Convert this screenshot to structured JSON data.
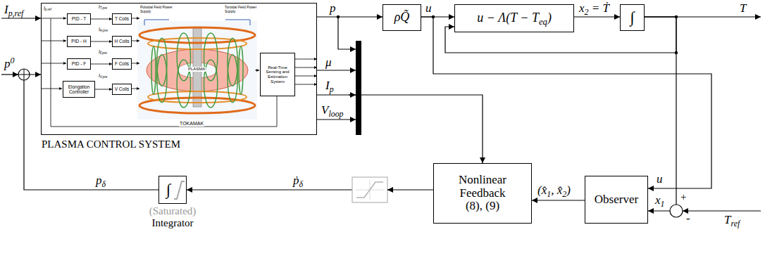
{
  "diagram": {
    "nodes": [
      {
        "text": [
          "PLASMA CONTROL SYSTEM"
        ]
      },
      {
        "text": [
          "PID - T"
        ],
        "in": 0
      },
      {
        "text": [
          "T Coils"
        ],
        "in": 0
      },
      {
        "text": [
          "PID - H"
        ],
        "in": 0
      },
      {
        "text": [
          "H Coils"
        ],
        "in": 0
      },
      {
        "text": [
          "PID - F"
        ],
        "in": 0
      },
      {
        "text": [
          "F Coils"
        ],
        "in": 0
      },
      {
        "text": [
          "Elongation Controller"
        ],
        "in": 0
      },
      {
        "text": [
          "V Coils"
        ],
        "in": 0
      },
      {
        "text": [
          "Real-Time Sensing and Estimation System"
        ],
        "in": 0
      },
      {
        "text": [
          "ρQ̃"
        ]
      },
      {
        "text": [
          "u − Λ(T − Teq)"
        ]
      },
      {
        "text": [
          "∫"
        ]
      },
      {
        "text": [
          "Nonlinear Feedback (8), (9)"
        ]
      },
      {
        "text": [
          "Observer"
        ]
      },
      {
        "text": [
          "∫",
          "(Saturated)",
          "Integrator"
        ]
      }
    ],
    "edges": [
      {
        "from": 1,
        "to": 2,
        "arrow": "to"
      },
      {
        "from": 3,
        "to": 4,
        "arrow": "to"
      },
      {
        "from": 5,
        "to": 6,
        "arrow": "to"
      },
      {
        "from": 7,
        "to": 8,
        "arrow": "to"
      },
      {
        "from": 0,
        "to": 10,
        "arrow": "to"
      },
      {
        "from": 10,
        "to": 11,
        "arrow": "to"
      },
      {
        "from": 11,
        "to": 12,
        "arrow": "to"
      },
      {
        "from": 12,
        "to": 11,
        "arrow": "to"
      },
      {
        "from": 10,
        "to": 14,
        "arrow": "to"
      },
      {
        "from": 12,
        "to": 14,
        "arrow": "to"
      },
      {
        "from": 14,
        "to": 13,
        "arrow": "to"
      },
      {
        "from": 13,
        "to": 15,
        "arrow": "to"
      },
      {
        "from": 15,
        "to": 0,
        "arrow": "to"
      },
      {
        "from": 0,
        "to": 13,
        "arrow": "to"
      }
    ],
    "labels": [
      "p",
      "u",
      "x2 = Ṫ",
      "T",
      "Ip,ref",
      "p0",
      "μ",
      "Ip",
      "Vloop",
      "(x̂1, x̂2)",
      "u",
      "x1",
      "+",
      "-",
      "Tref",
      "pδ",
      "ṗδ",
      "Ip,ref",
      "IT,pre",
      "IH,pre",
      "IF,pre",
      "IV,pre",
      "Poloidal Field Power Supply",
      "Toroidal Field Power Supply",
      "PLASMA",
      "TOKAMAK"
    ]
  }
}
